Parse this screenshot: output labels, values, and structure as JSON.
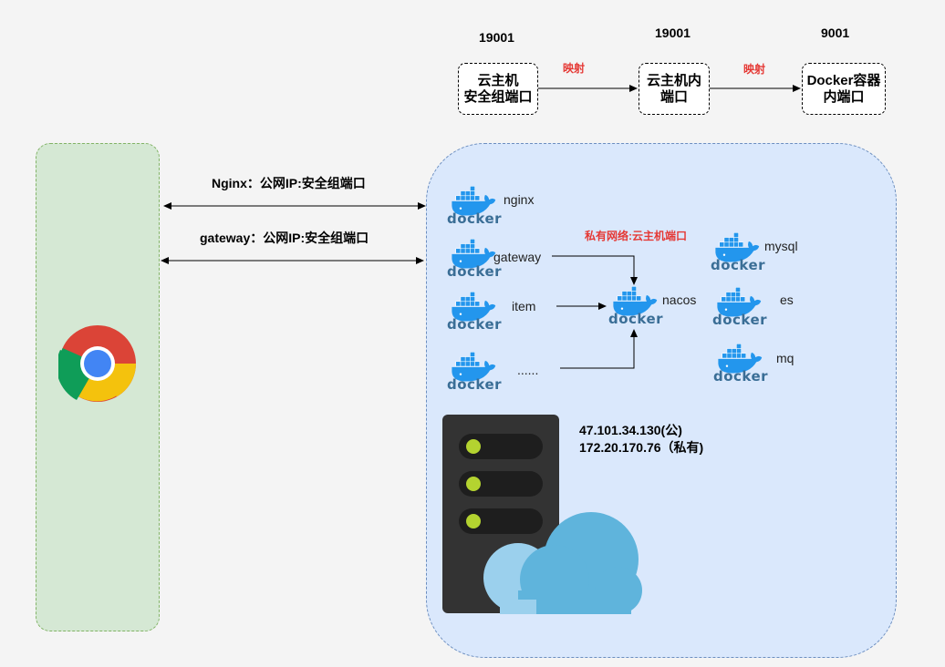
{
  "ports": {
    "sg": "19001",
    "host": "19001",
    "container": "9001"
  },
  "mapping_labels": [
    "映射",
    "映射"
  ],
  "boxes": {
    "sg": [
      "云主机",
      "安全组端口"
    ],
    "host": [
      "云主机内",
      "端口"
    ],
    "container": [
      "Docker容器",
      "内端口"
    ]
  },
  "connections": {
    "nginx": "Nginx：公网IP:安全组端口",
    "gateway": "gateway：公网IP:安全组端口"
  },
  "private_network_label": "私有网络:云主机端口",
  "docker_word": "docker",
  "services": {
    "nginx": "nginx",
    "gateway": "gateway",
    "item": "item",
    "more": "......",
    "nacos": "nacos",
    "mysql": "mysql",
    "es": "es",
    "mq": "mq"
  },
  "ips": {
    "public": "47.101.34.130(公)",
    "private": "172.20.170.76（私有)"
  },
  "colors": {
    "client_bg": "#d5e8d4",
    "cloud_bg": "#dae8fc",
    "accent_red": "#e53935",
    "docker_blue": "#2396ed",
    "server_dark": "#333333",
    "led_green": "#b4d330"
  },
  "icons": [
    "chrome-icon",
    "docker-icon",
    "server-icon",
    "cloud-icon"
  ]
}
